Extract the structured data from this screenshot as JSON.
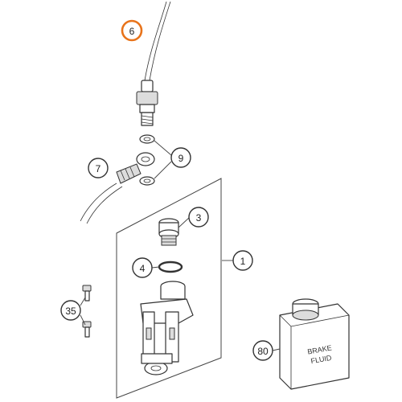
{
  "diagram": {
    "callouts": [
      {
        "id": "6",
        "label": "6",
        "highlighted": true
      },
      {
        "id": "7",
        "label": "7",
        "highlighted": false
      },
      {
        "id": "9",
        "label": "9",
        "highlighted": false
      },
      {
        "id": "3",
        "label": "3",
        "highlighted": false
      },
      {
        "id": "4",
        "label": "4",
        "highlighted": false
      },
      {
        "id": "1",
        "label": "1",
        "highlighted": false
      },
      {
        "id": "35",
        "label": "35",
        "highlighted": false
      },
      {
        "id": "80",
        "label": "80",
        "highlighted": false
      }
    ],
    "bottle_label_line1": "BRAKE",
    "bottle_label_line2": "FLUID",
    "highlight_color": "#e8731a",
    "outline_color": "#333333"
  }
}
